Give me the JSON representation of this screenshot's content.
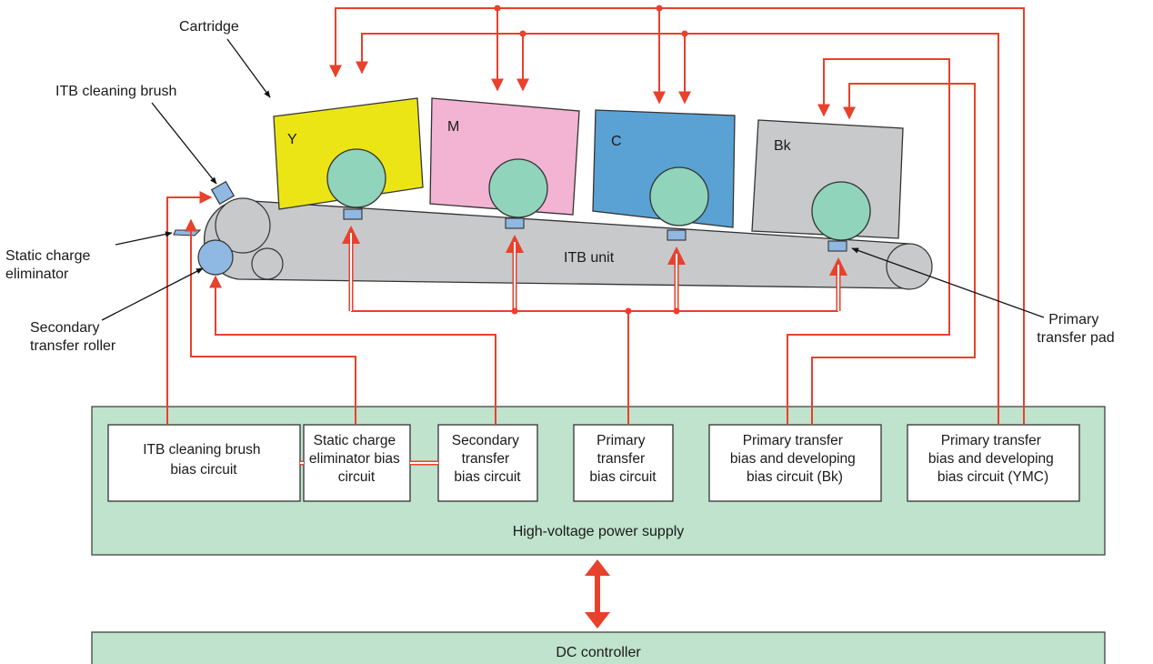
{
  "labels": {
    "cartridge": "Cartridge",
    "itb_cleaning_brush": "ITB cleaning brush",
    "static_charge_eliminator": [
      "Static charge",
      "eliminator"
    ],
    "secondary_transfer_roller": [
      "Secondary",
      "transfer roller"
    ],
    "itb_unit": "ITB unit",
    "primary_transfer_pad": [
      "Primary",
      "transfer pad"
    ]
  },
  "cartridges": [
    {
      "label": "Y",
      "color": "#ece516"
    },
    {
      "label": "M",
      "color": "#f3b3d3"
    },
    {
      "label": "C",
      "color": "#5aa2d4"
    },
    {
      "label": "Bk",
      "color": "#c8c9cb"
    }
  ],
  "circuits": [
    {
      "lines": [
        "ITB cleaning brush",
        "bias circuit"
      ]
    },
    {
      "lines": [
        "Static charge",
        "eliminator bias",
        "circuit"
      ]
    },
    {
      "lines": [
        "Secondary",
        "transfer",
        "bias circuit"
      ]
    },
    {
      "lines": [
        "Primary",
        "transfer",
        "bias circuit"
      ]
    },
    {
      "lines": [
        "Primary transfer",
        "bias and developing",
        "bias circuit (Bk)"
      ]
    },
    {
      "lines": [
        "Primary transfer",
        "bias and developing",
        "bias circuit (YMC)"
      ]
    }
  ],
  "hv_power_supply": "High-voltage power supply",
  "dc_controller": "DC controller",
  "colors": {
    "signal": "#e8412c",
    "panel": "#bfe3cc",
    "drum": "#8fd4bb",
    "belt": "#c8c9cb",
    "pad": "#8fb8e2"
  }
}
